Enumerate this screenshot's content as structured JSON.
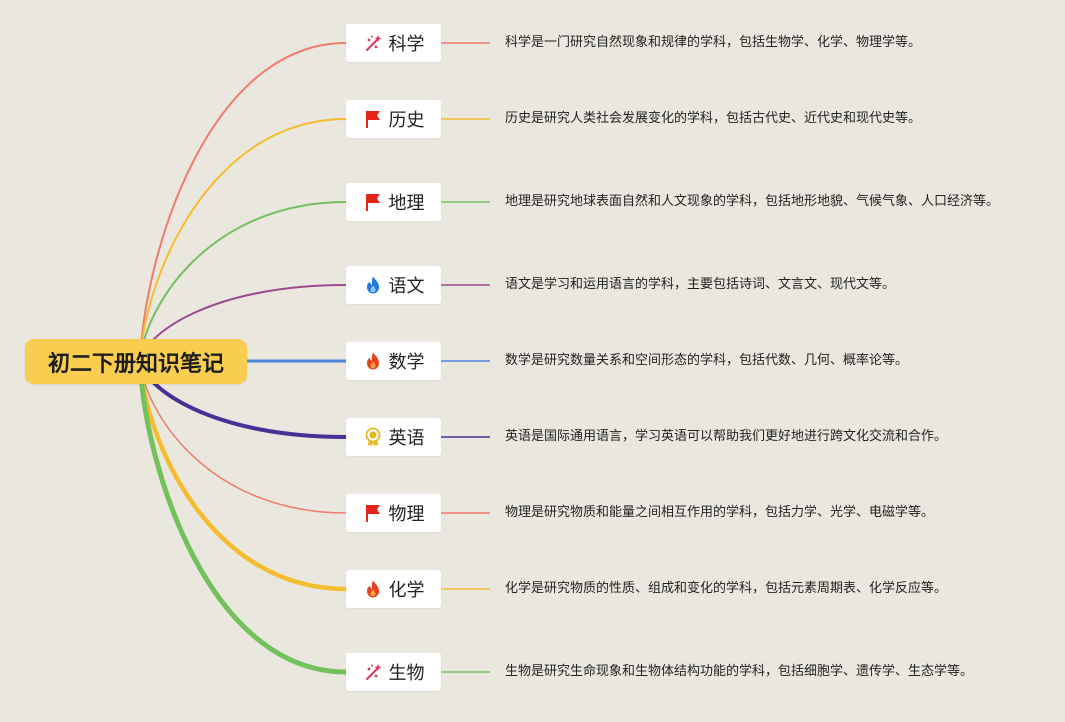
{
  "root": {
    "title": "初二下册知识笔记",
    "color": "#f9cd4f"
  },
  "branches": [
    {
      "label": "科学",
      "icon": "sparkle-icon",
      "color": "#ef7b6c",
      "description": "科学是一门研究自然现象和规律的学科，包括生物学、化学、物理学等。"
    },
    {
      "label": "历史",
      "icon": "flag-icon",
      "color": "#f6bc30",
      "description": "历史是研究人类社会发展变化的学科，包括古代史、近代史和现代史等。"
    },
    {
      "label": "地理",
      "icon": "flag-icon",
      "color": "#72c15c",
      "description": "地理是研究地球表面自然和人文现象的学科，包括地形地貌、气候气象、人口经济等。"
    },
    {
      "label": "语文",
      "icon": "water-drop-icon",
      "color": "#9c4a90",
      "description": "语文是学习和运用语言的学科，主要包括诗词、文言文、现代文等。"
    },
    {
      "label": "数学",
      "icon": "fire-icon",
      "color": "#4a88d6",
      "description": "数学是研究数量关系和空间形态的学科，包括代数、几何、概率论等。"
    },
    {
      "label": "英语",
      "icon": "medal-icon",
      "color": "#473096",
      "description": "英语是国际通用语言，学习英语可以帮助我们更好地进行跨文化交流和合作。"
    },
    {
      "label": "物理",
      "icon": "flag-icon",
      "color": "#ef7b6c",
      "description": "物理是研究物质和能量之间相互作用的学科，包括力学、光学、电磁学等。"
    },
    {
      "label": "化学",
      "icon": "fire-icon",
      "color": "#f6bc30",
      "description": "化学是研究物质的性质、组成和变化的学科，包括元素周期表、化学反应等。"
    },
    {
      "label": "生物",
      "icon": "sparkle-icon",
      "color": "#72c15c",
      "description": "生物是研究生命现象和生物体结构功能的学科，包括细胞学、遗传学、生态学等。"
    }
  ]
}
